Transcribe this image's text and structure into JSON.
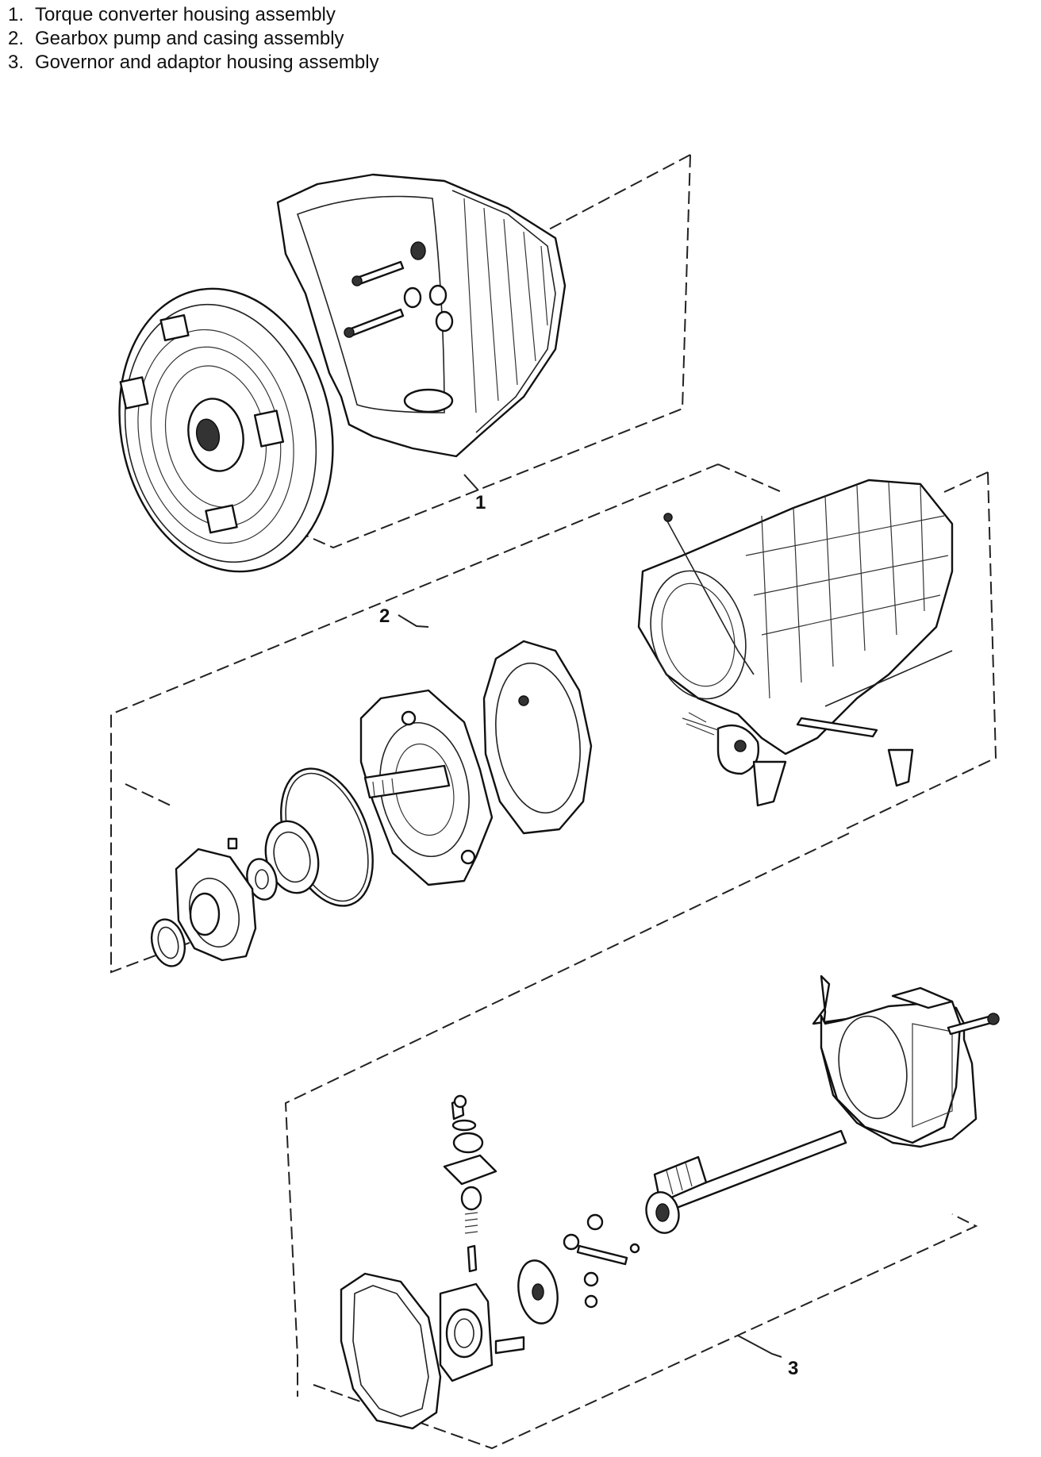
{
  "legend": {
    "items": [
      {
        "number": "1.",
        "label": "Torque converter housing assembly"
      },
      {
        "number": "2.",
        "label": "Gearbox pump and casing assembly"
      },
      {
        "number": "3.",
        "label": "Governor and adaptor housing assembly"
      }
    ]
  },
  "callouts": {
    "one": "1",
    "two": "2",
    "three": "3"
  }
}
